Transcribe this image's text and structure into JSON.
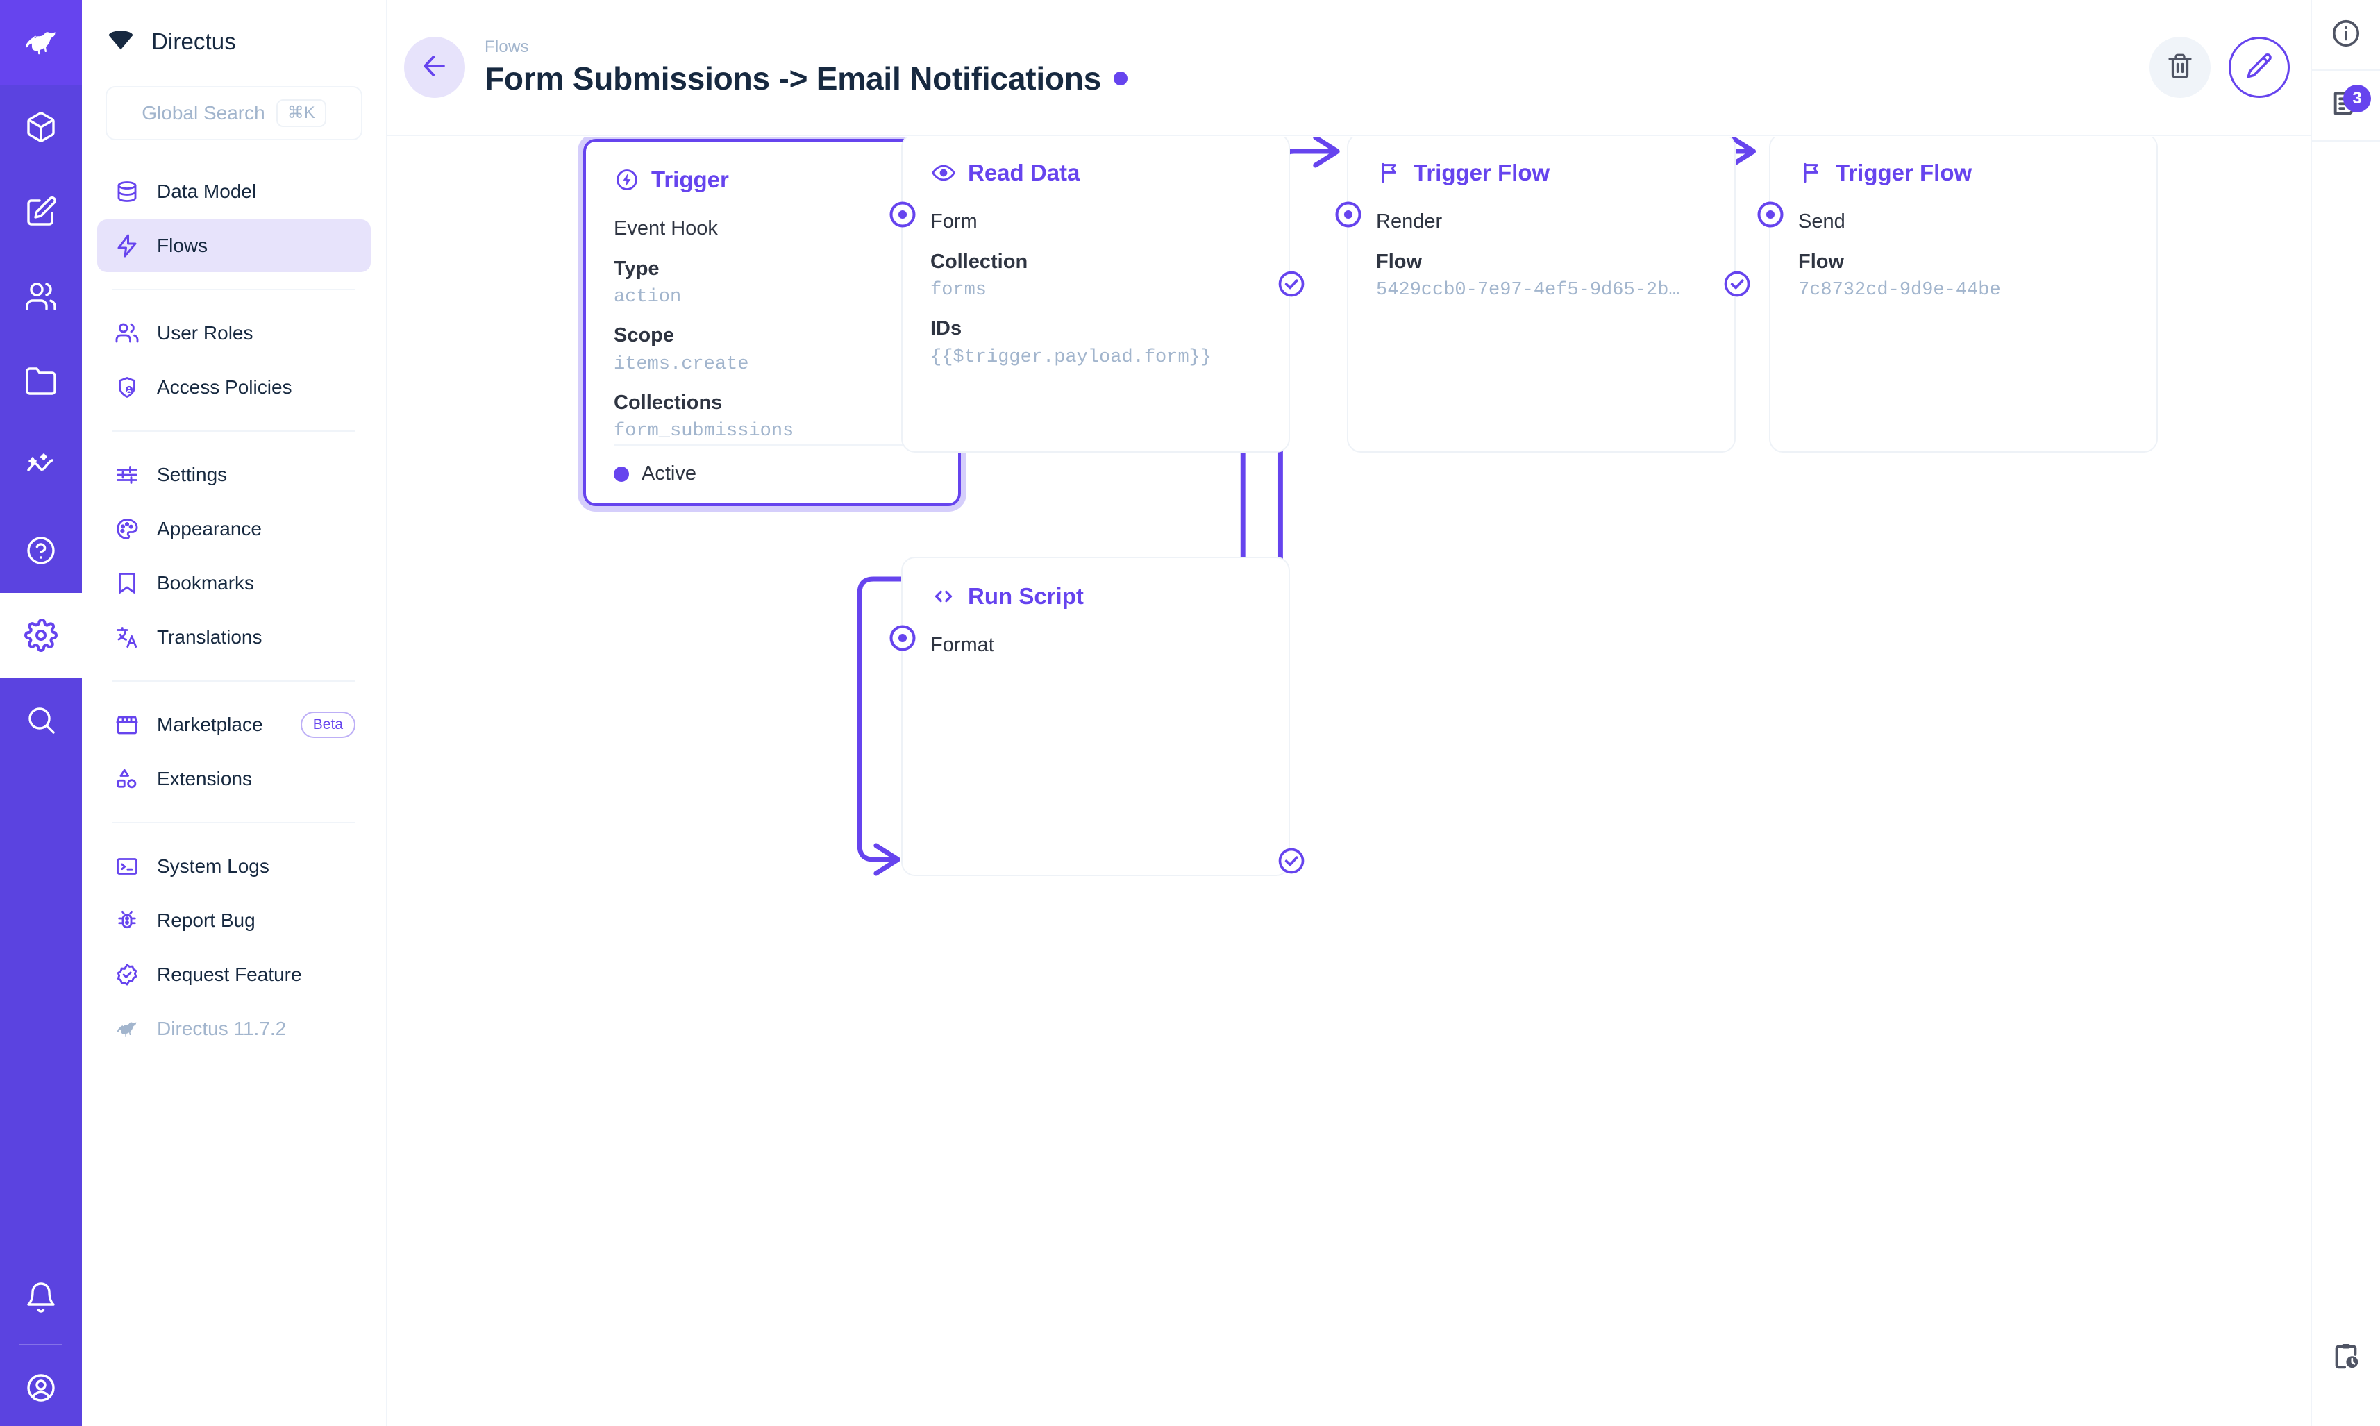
{
  "module_bar": {
    "items": [
      {
        "name": "directus-logo",
        "icon": "rabbit-logo-icon",
        "active": false,
        "logo": true
      },
      {
        "name": "content",
        "icon": "box-icon",
        "active": false
      },
      {
        "name": "editor",
        "icon": "edit-square-icon",
        "active": false
      },
      {
        "name": "users",
        "icon": "users-icon",
        "active": false
      },
      {
        "name": "files",
        "icon": "folder-icon",
        "active": false
      },
      {
        "name": "insights",
        "icon": "sparkle-chart-icon",
        "active": false
      },
      {
        "name": "help",
        "icon": "question-circle-icon",
        "active": false
      },
      {
        "name": "settings",
        "icon": "gear-icon",
        "active": true
      },
      {
        "name": "search",
        "icon": "magnifier-icon",
        "active": false
      }
    ],
    "bottom_items": [
      {
        "name": "notifications",
        "icon": "bell-icon"
      },
      {
        "name": "account",
        "icon": "user-circle-icon"
      }
    ]
  },
  "sidebar": {
    "brand": "Directus",
    "brand_icon": "directus-mark-icon",
    "search": {
      "placeholder": "Global Search",
      "shortcut": "⌘K",
      "icon": "search-icon"
    },
    "groups": [
      {
        "items": [
          {
            "label": "Data Model",
            "icon": "database-icon",
            "selected": false
          },
          {
            "label": "Flows",
            "icon": "lightning-bolt-icon",
            "selected": true
          }
        ]
      },
      {
        "items": [
          {
            "label": "User Roles",
            "icon": "users-icon",
            "selected": false
          },
          {
            "label": "Access Policies",
            "icon": "shield-person-icon",
            "selected": false
          }
        ]
      },
      {
        "items": [
          {
            "label": "Settings",
            "icon": "sliders-icon",
            "selected": false
          },
          {
            "label": "Appearance",
            "icon": "palette-icon",
            "selected": false
          },
          {
            "label": "Bookmarks",
            "icon": "bookmark-icon",
            "selected": false
          },
          {
            "label": "Translations",
            "icon": "translate-icon",
            "selected": false
          }
        ]
      },
      {
        "items": [
          {
            "label": "Marketplace",
            "icon": "storefront-icon",
            "selected": false,
            "badge": "Beta"
          },
          {
            "label": "Extensions",
            "icon": "shapes-icon",
            "selected": false
          }
        ]
      },
      {
        "items": [
          {
            "label": "System Logs",
            "icon": "terminal-icon",
            "selected": false
          },
          {
            "label": "Report Bug",
            "icon": "bug-icon",
            "selected": false
          },
          {
            "label": "Request Feature",
            "icon": "badge-check-icon",
            "selected": false
          },
          {
            "label": "Directus 11.7.2",
            "icon": "rabbit-logo-icon",
            "selected": false,
            "muted": true
          }
        ]
      }
    ]
  },
  "header": {
    "back_icon": "arrow-left-icon",
    "breadcrumb": "Flows",
    "title": "Form Submissions -> Email Notifications",
    "status_dot_color": "#6644ee",
    "actions": [
      {
        "name": "delete-flow-button",
        "icon": "trash-icon"
      },
      {
        "name": "edit-flow-button",
        "icon": "pencil-icon"
      }
    ]
  },
  "right_rail": {
    "items": [
      {
        "name": "info-sidebar-button",
        "icon": "info-circle-icon",
        "badge": null
      },
      {
        "name": "logs-sidebar-button",
        "icon": "logs-icon",
        "badge": "3"
      }
    ],
    "bottom": [
      {
        "name": "flow-history-button",
        "icon": "clipboard-clock-icon"
      }
    ]
  },
  "canvas": {
    "nodes": [
      {
        "id": "trigger",
        "kind": "Trigger",
        "head_icon": "bolt-circle-icon",
        "selected": true,
        "subtitle": "Event Hook",
        "fields": [
          {
            "key": "Type",
            "value": "action"
          },
          {
            "key": "Scope",
            "value": "items.create"
          },
          {
            "key": "Collections",
            "value": "form_submissions"
          }
        ],
        "footer": {
          "text": "Active",
          "dot_color": "#6644ee"
        }
      },
      {
        "id": "read-data",
        "kind": "Read Data",
        "head_icon": "eye-icon",
        "selected": false,
        "subtitle": "Form",
        "fields": [
          {
            "key": "Collection",
            "value": "forms"
          },
          {
            "key": "IDs",
            "value": "{{$trigger.payload.form}}"
          }
        ]
      },
      {
        "id": "run-script",
        "kind": "Run Script",
        "head_icon": "code-brackets-icon",
        "selected": false,
        "subtitle": "Format",
        "fields": []
      },
      {
        "id": "trigger-flow-render",
        "kind": "Trigger Flow",
        "head_icon": "flag-icon",
        "selected": false,
        "subtitle": "Render",
        "fields": [
          {
            "key": "Flow",
            "value": "5429ccb0-7e97-4ef5-9d65-2b…"
          }
        ]
      },
      {
        "id": "trigger-flow-send",
        "kind": "Trigger Flow",
        "head_icon": "flag-icon",
        "selected": false,
        "subtitle": "Send",
        "fields": [
          {
            "key": "Flow",
            "value": "7c8732cd-9d9e-44be"
          }
        ]
      }
    ],
    "edge_color": "#6644ee"
  }
}
